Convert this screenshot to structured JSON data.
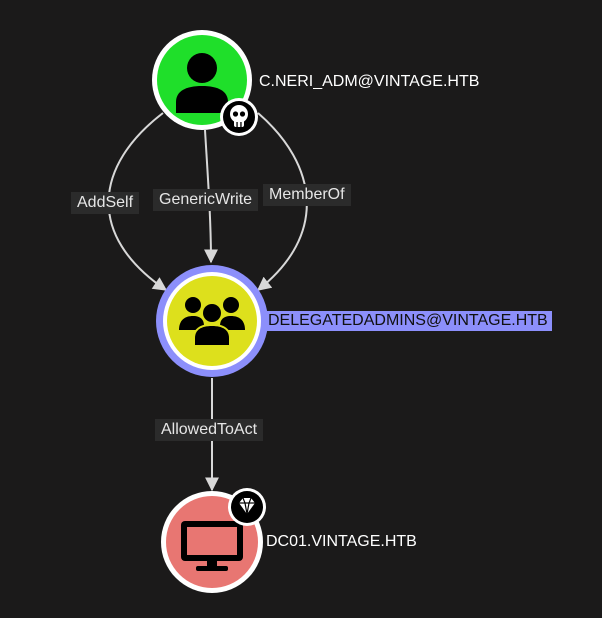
{
  "nodes": {
    "user": {
      "label": "C.NERI_ADM@VINTAGE.HTB",
      "type_icon": "user-icon",
      "badge_icon": "skull-icon",
      "color": "#1fdf2a"
    },
    "group": {
      "label": "DELEGATEDADMINS@VINTAGE.HTB",
      "type_icon": "group-icon",
      "color": "#dde01c",
      "selected": true,
      "selection_color": "#8c8ffb"
    },
    "computer": {
      "label": "DC01.VINTAGE.HTB",
      "type_icon": "computer-icon",
      "badge_icon": "gem-icon",
      "color": "#e87672"
    }
  },
  "edges": {
    "addself": "AddSelf",
    "genericwrite": "GenericWrite",
    "memberof": "MemberOf",
    "allowedtoact": "AllowedToAct"
  },
  "colors": {
    "background": "#1b1a1a",
    "edge": "#d8d8d8",
    "edge_label_bg": "#2b2b2b"
  }
}
